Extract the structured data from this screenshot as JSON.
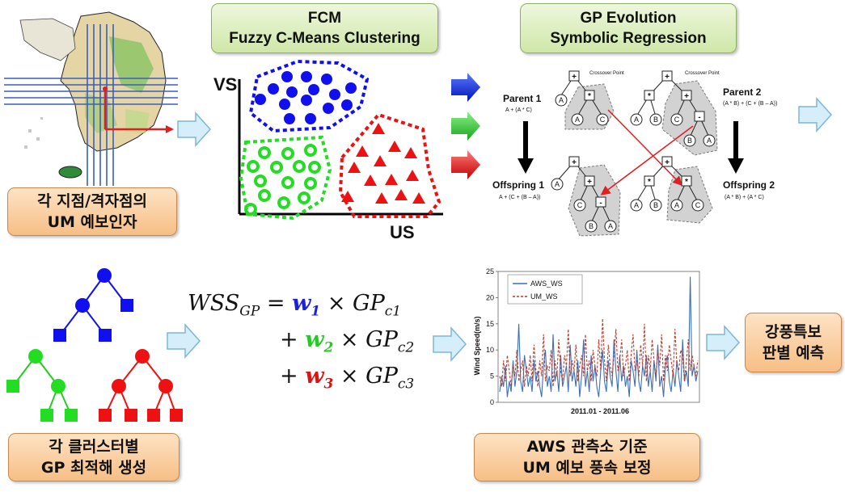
{
  "steps": {
    "step1": [
      "각 지점/격자점의",
      "UM 예보인자"
    ],
    "fcm_title": [
      "FCM",
      "Fuzzy C-Means Clustering"
    ],
    "gp_title": [
      "GP Evolution",
      "Symbolic Regression"
    ],
    "step2": [
      "각 클러스터별",
      "GP 최적해 생성"
    ],
    "step3": [
      "AWS 관측소 기준",
      "UM 예보 풍속 보정"
    ],
    "step4": [
      "강풍특보",
      "판별 예측"
    ]
  },
  "fcm": {
    "y_axis": "VS",
    "x_axis": "US",
    "cluster_colors": [
      "#1010ee",
      "#22dd22",
      "#ee1111"
    ]
  },
  "gp": {
    "parent1": "Parent 1",
    "parent1_expr": "A + (A * C)",
    "parent2": "Parent 2",
    "parent2_expr": "(A * B) + (C + (B – A))",
    "offspring1": "Offspring 1",
    "offspring1_expr": "A + (C + (B – A))",
    "offspring2": "Offspring 2",
    "offspring2_expr": "(A * B) + (A * C)",
    "crossover_label": "Crossover Point",
    "op_plus": "+",
    "op_times": "*",
    "op_minus": "-",
    "leaf_a": "A",
    "leaf_b": "B",
    "leaf_c": "C"
  },
  "formula": {
    "lhs": "WSS",
    "lhs_sub": "GP",
    "terms": [
      {
        "prefix": "=",
        "w": "w",
        "w_sub": "1",
        "gp": "GP",
        "gp_sub": "c1"
      },
      {
        "prefix": "+",
        "w": "w",
        "w_sub": "2",
        "gp": "GP",
        "gp_sub": "c2"
      },
      {
        "prefix": "+",
        "w": "w",
        "w_sub": "3",
        "gp": "GP",
        "gp_sub": "c3"
      }
    ],
    "times": "×"
  },
  "chart_data": {
    "type": "line",
    "xlabel": "2011.01 - 2011.06",
    "ylabel": "Wind Speed(m/s)",
    "ylim": [
      0,
      25
    ],
    "yticks": [
      0,
      5,
      10,
      15,
      20,
      25
    ],
    "series": [
      {
        "name": "AWS_WS",
        "color": "#3d6fb5",
        "values": [
          2,
          5,
          3,
          7,
          1,
          4,
          2,
          8,
          3,
          6,
          15,
          4,
          2,
          9,
          6,
          3,
          5,
          2,
          8,
          4,
          6,
          3,
          1,
          7,
          10,
          3,
          5,
          2,
          13,
          4,
          6,
          2,
          9,
          3,
          5,
          7,
          2,
          11,
          4,
          6,
          3,
          8,
          1,
          5,
          12,
          3,
          6,
          2,
          9,
          4,
          7,
          3,
          1,
          6,
          10,
          4,
          2,
          8,
          5,
          3,
          12,
          6,
          2,
          9,
          4,
          7,
          3,
          5,
          1,
          8,
          6,
          3,
          10,
          4,
          2,
          7,
          5,
          9,
          3,
          6,
          2,
          8,
          4,
          11,
          3,
          5,
          1,
          7,
          9,
          4,
          2,
          6,
          3,
          8,
          5,
          2,
          12,
          4,
          6,
          3,
          24,
          5,
          7,
          4,
          6
        ]
      },
      {
        "name": "UM_WS",
        "color": "#c0392b",
        "values": [
          5,
          3,
          8,
          4,
          9,
          6,
          3,
          7,
          5,
          10,
          4,
          6,
          8,
          3,
          7,
          5,
          9,
          4,
          11,
          6,
          3,
          8,
          5,
          13,
          4,
          7,
          6,
          10,
          3,
          8,
          5,
          12,
          6,
          4,
          9,
          7,
          14,
          5,
          8,
          6,
          11,
          4,
          7,
          9,
          5,
          13,
          6,
          8,
          4,
          10,
          7,
          5,
          12,
          6,
          16,
          8,
          4,
          11,
          7,
          5,
          9,
          14,
          6,
          8,
          12,
          5,
          7,
          10,
          4,
          9,
          13,
          6,
          8,
          5,
          11,
          7,
          15,
          4,
          9,
          6,
          12,
          8,
          5,
          10,
          7,
          13,
          4,
          9,
          6,
          11,
          8,
          5,
          14,
          7,
          6,
          10,
          9,
          4,
          8,
          12,
          6,
          9,
          7,
          5,
          8
        ]
      }
    ]
  }
}
